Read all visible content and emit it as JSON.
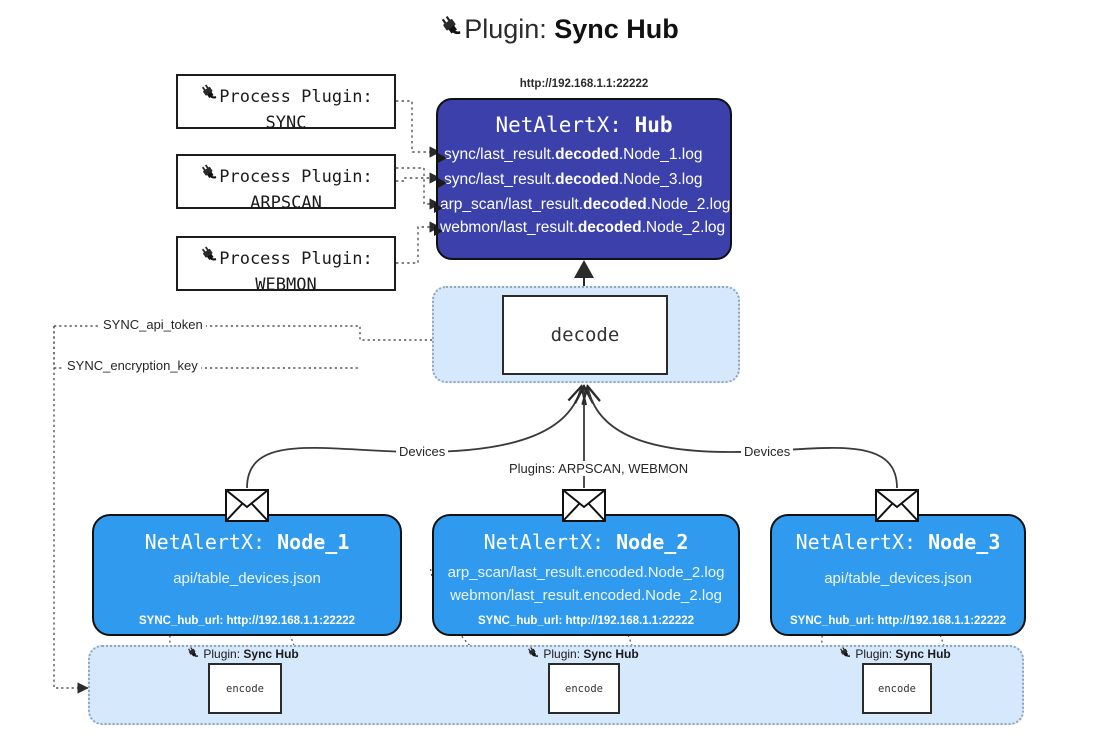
{
  "title": {
    "icon": "plug-icon",
    "prefix": "Plugin:",
    "name": "Sync Hub"
  },
  "process_plugins": [
    {
      "icon": "plug-icon",
      "line1": "Process Plugin:",
      "line2": "SYNC"
    },
    {
      "icon": "plug-icon",
      "line1": "Process Plugin:",
      "line2": "ARPSCAN"
    },
    {
      "icon": "plug-icon",
      "line1": "Process Plugin:",
      "line2": "WEBMON"
    }
  ],
  "hub": {
    "url": "http://192.168.1.1:22222",
    "title_prefix": "NetAlertX:",
    "title_name": "Hub",
    "color": "#3b40ab",
    "logs": [
      {
        "pre": "sync/last_result.",
        "mid": "decoded",
        "post": ".Node_1.log"
      },
      {
        "pre": "sync/last_result.",
        "mid": "decoded",
        "post": ".Node_3.log"
      },
      {
        "pre": "arp_scan/last_result.",
        "mid": "decoded",
        "post": ".Node_2.log"
      },
      {
        "pre": "webmon/last_result.",
        "mid": "decoded",
        "post": ".Node_2.log"
      }
    ]
  },
  "decode": {
    "label": "decode"
  },
  "secrets": [
    {
      "label": "SYNC_api_token"
    },
    {
      "label": "SYNC_encryption_key"
    }
  ],
  "edge_labels": {
    "devices_left": "Devices",
    "devices_right": "Devices",
    "plugins_center": "Plugins: ARPSCAN, WEBMON"
  },
  "nodes": [
    {
      "title_prefix": "NetAlertX:",
      "title_name": "Node_1",
      "color": "#2f9aee",
      "rows": [
        "api/table_devices.json"
      ],
      "footer": "SYNC_hub_url: http://192.168.1.1:22222"
    },
    {
      "title_prefix": "NetAlertX:",
      "title_name": "Node_2",
      "color": "#2f9aee",
      "rows": [
        "arp_scan/last_result.encoded.Node_2.log",
        "webmon/last_result.encoded.Node_2.log"
      ],
      "footer": "SYNC_hub_url: http://192.168.1.1:22222"
    },
    {
      "title_prefix": "NetAlertX:",
      "title_name": "Node_3",
      "color": "#2f9aee",
      "rows": [
        "api/table_devices.json"
      ],
      "footer": "SYNC_hub_url: http://192.168.1.1:22222"
    }
  ],
  "encoders": [
    {
      "caption_prefix": "Plugin:",
      "caption_name": "Sync Hub",
      "label": "encode"
    },
    {
      "caption_prefix": "Plugin:",
      "caption_name": "Sync Hub",
      "label": "encode"
    },
    {
      "caption_prefix": "Plugin:",
      "caption_name": "Sync Hub",
      "label": "encode"
    }
  ],
  "colors": {
    "hub": "#3b40ab",
    "node": "#2f9aee",
    "region": "#d6e8fb",
    "region_border": "#8fa6bd",
    "stroke": "#2b2b2b"
  }
}
